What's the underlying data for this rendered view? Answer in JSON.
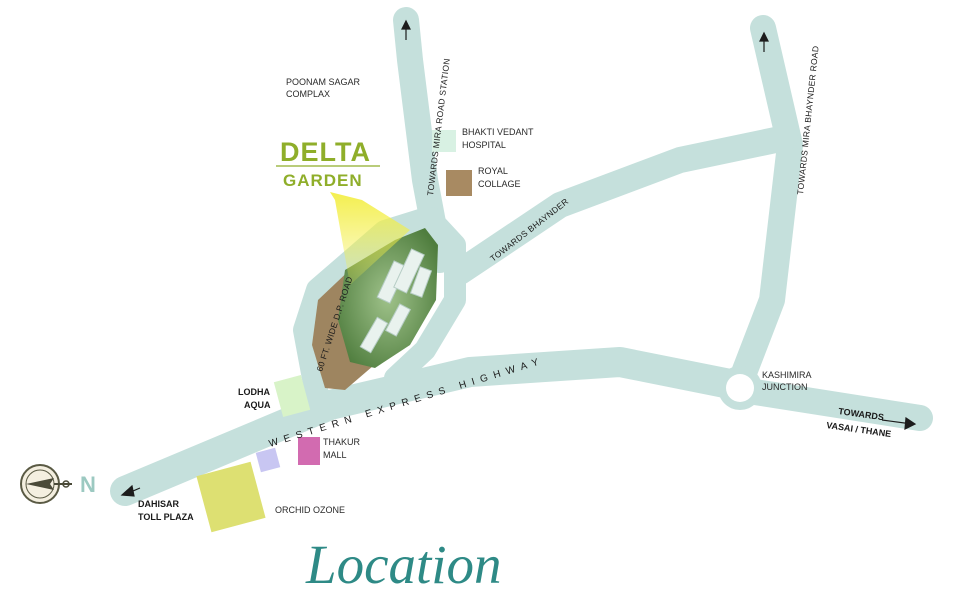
{
  "title": "Location",
  "project": {
    "line1": "DELTA",
    "line2": "GARDEN"
  },
  "north_label": "N",
  "roads": {
    "mira_road_station": "TOWARDS MIRA ROAD STATION",
    "mira_bhayander_road": "TOWARDS MIRA BHAYNDER ROAD",
    "bhaynder": "TOWARDS BHAYNDER",
    "dp_road": "60 FT. WIDE D.P. ROAD",
    "highway_1": "WESTERN EXPRESS HIGHWAY",
    "vasai_1": "TOWARDS",
    "vasai_2": "VASAI / THANE"
  },
  "places": {
    "poonam_1": "POONAM SAGAR",
    "poonam_2": "COMPLAX",
    "bhakti_1": "BHAKTI VEDANT",
    "bhakti_2": "HOSPITAL",
    "royal_1": "ROYAL",
    "royal_2": "COLLAGE",
    "lodha_1": "LODHA",
    "lodha_2": "AQUA",
    "thakur_1": "THAKUR",
    "thakur_2": "MALL",
    "kashimira_1": "KASHIMIRA",
    "kashimira_2": "JUNCTION",
    "dahisar_1": "DAHISAR",
    "dahisar_2": "TOLL PLAZA",
    "orchid": "ORCHID OZONE"
  },
  "colors": {
    "road": "#c5e0dc",
    "road_edge": "#b3d4cf",
    "site_brown": "#9e8560",
    "site_green": "#6f9a5a",
    "brand_green": "#8fae2a",
    "title_teal": "#2e8a86",
    "highlight_yellow": "#f3ee45",
    "bhakti_hospital": "#d8f1e3",
    "royal_college": "#a88a62",
    "lodha_aqua": "#d8f3c8",
    "thakur_mall": "#d26bb0",
    "small_lilac": "#c8c6f2",
    "orchid_ozone": "#dde072"
  }
}
